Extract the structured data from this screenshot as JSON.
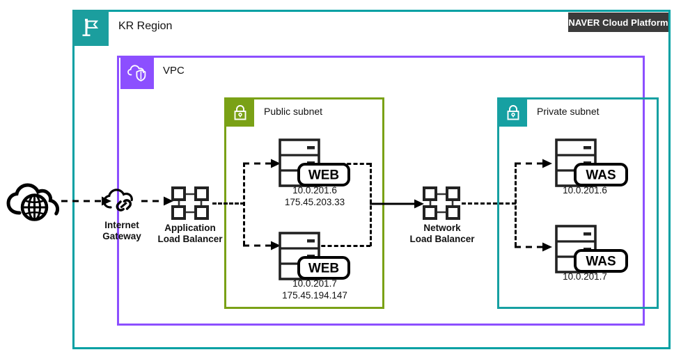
{
  "diagram": {
    "title": "NAVER Cloud Platform VPC architecture",
    "badge": {
      "label": "NAVER Cloud Platform",
      "bg": "#3B3B3B",
      "text_color": "#FFFFFF"
    },
    "containers": [
      {
        "id": "region",
        "label": "KR Region",
        "icon": "flag-icon",
        "color": "#1B9E9E"
      },
      {
        "id": "vpc",
        "label": "VPC",
        "icon": "cloud-shield-icon",
        "color": "#8C4FFF"
      },
      {
        "id": "public_subnet",
        "label": "Public subnet",
        "icon": "lock-icon",
        "color": "#7AA116"
      },
      {
        "id": "private_subnet",
        "label": "Private subnet",
        "icon": "lock-icon",
        "color": "#16A0A2"
      }
    ],
    "nodes": [
      {
        "id": "internet",
        "label": "",
        "icon": "internet-cloud-globe-icon"
      },
      {
        "id": "internet_gateway",
        "label": "Internet\nGateway",
        "icon": "cloud-link-icon"
      },
      {
        "id": "alb",
        "label": "Application\nLoad Balancer",
        "icon": "load-balancer-icon"
      },
      {
        "id": "web1",
        "label": "WEB",
        "icon": "server-rack-icon",
        "ips": "10.0.201.6\n175.45.203.33"
      },
      {
        "id": "web2",
        "label": "WEB",
        "icon": "server-rack-icon",
        "ips": "10.0.201.7\n175.45.194.147"
      },
      {
        "id": "nlb",
        "label": "Network\nLoad Balancer",
        "icon": "load-balancer-icon"
      },
      {
        "id": "was1",
        "label": "WAS",
        "icon": "server-rack-icon",
        "ips": "10.0.201.6"
      },
      {
        "id": "was2",
        "label": "WAS",
        "icon": "server-rack-icon",
        "ips": "10.0.201.7"
      }
    ],
    "colors": {
      "region_border": "#00A0A3",
      "vpc_border": "#8C4FFF",
      "public_border": "#7AA116",
      "private_border": "#16A0A2",
      "line": "#000000",
      "background": "#FFFFFF"
    }
  }
}
